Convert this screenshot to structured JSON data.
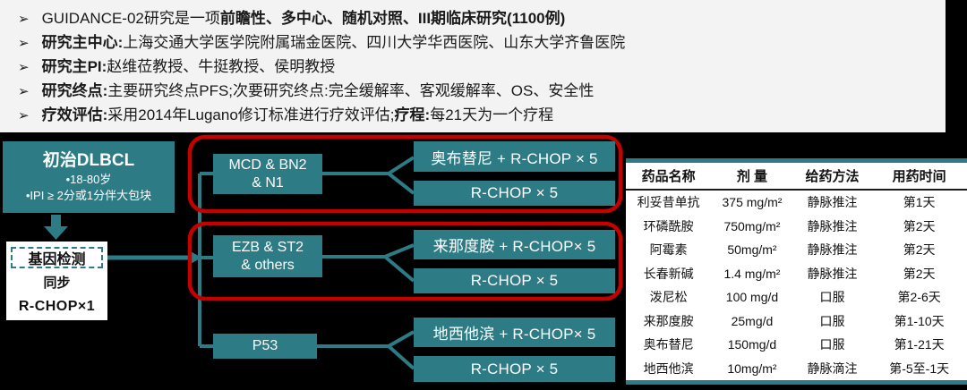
{
  "colors": {
    "teal": "#2D7C85",
    "highlight_red": "#C40000",
    "canvas_black": "#000000",
    "panel_gray": "#F3F3F3",
    "table_white": "#FFFFFF"
  },
  "bullets_meta": {
    "glyph": "➢"
  },
  "bullets": [
    {
      "segments": [
        {
          "text": "GUIDANCE-02研究是一项"
        },
        {
          "text": "前瞻性、多中心、随机对照、III期临床研究(1100例)"
        }
      ]
    },
    {
      "segments": [
        {
          "text": "研究主中心:"
        },
        {
          "text": "上海交通大学医学院附属瑞金医院、四川大学华西医院、山东大学齐鲁医院"
        }
      ]
    },
    {
      "segments": [
        {
          "text": "研究主PI:"
        },
        {
          "text": "赵维莅教授、牛挺教授、侯明教授"
        }
      ]
    },
    {
      "segments": [
        {
          "text": "研究终点:"
        },
        {
          "text": "主要研究终点PFS;次要研究终点:完全缓解率、客观缓解率、OS、安全性"
        }
      ]
    },
    {
      "segments": [
        {
          "text": "疗效评估:"
        },
        {
          "text": "采用2014年Lugano修订标准进行疗效评估;"
        },
        {
          "text": "疗程:"
        },
        {
          "text": "每21天为一个疗程"
        }
      ]
    }
  ],
  "flowchart": {
    "patient_box": {
      "title": "初治DLBCL",
      "line1": "•18-80岁",
      "line2": "•IPI ≥ 2分或1分伴大包块"
    },
    "gene_test_box": {
      "title": "基因检测",
      "line1": "同步",
      "line2": "R-CHOP×1"
    },
    "gene_groups": [
      {
        "label_line1": "MCD & BN2",
        "label_line2": "& N1",
        "arm_a": "奥布替尼 + R-CHOP × 5",
        "arm_b": "R-CHOP × 5",
        "highlighted": true
      },
      {
        "label_line1": "EZB & ST2",
        "label_line2": "& others",
        "arm_a": "来那度胺 + R-CHOP× 5",
        "arm_b": "R-CHOP × 5",
        "highlighted": true
      },
      {
        "label_line1": "P53",
        "label_line2": "",
        "arm_a": "地西他滨 + R-CHOP× 5",
        "arm_b": "R-CHOP × 5",
        "highlighted": false
      }
    ]
  },
  "table": {
    "headers": [
      "药品名称",
      "剂 量",
      "给药方法",
      "用药时间"
    ],
    "rows": [
      [
        "利妥昔单抗",
        "375 mg/m²",
        "静脉推注",
        "第1天"
      ],
      [
        "环磷酰胺",
        "750mg/m²",
        "静脉推注",
        "第2天"
      ],
      [
        "阿霉素",
        "50mg/m²",
        "静脉推注",
        "第2天"
      ],
      [
        "长春新碱",
        "1.4 mg/m²",
        "静脉推注",
        "第2天"
      ],
      [
        "泼尼松",
        "100 mg/d",
        "口服",
        "第2-6天"
      ],
      [
        "来那度胺",
        "25mg/d",
        "口服",
        "第1-10天"
      ],
      [
        "奥布替尼",
        "150mg/d",
        "口服",
        "第1-21天"
      ],
      [
        "地西他滨",
        "10mg/m²",
        "静脉滴注",
        "第-5至-1天"
      ]
    ]
  }
}
